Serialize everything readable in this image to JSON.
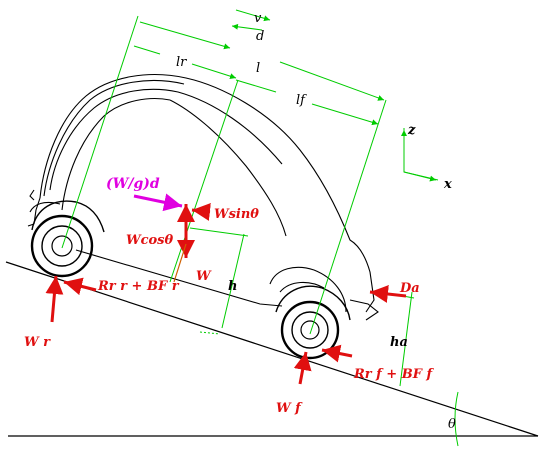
{
  "labels": {
    "v": "v",
    "d": "d",
    "l": "l",
    "lr": "lr",
    "lf": "lf",
    "z": "z",
    "x": "x",
    "inertia": "(W/g)d",
    "wsin": "Wsinθ",
    "wcos": "Wcosθ",
    "w": "W",
    "h": "h",
    "da": "Da",
    "ha": "ha",
    "rr": "Rr r + BF r",
    "rf": "Rr f + BF f",
    "wr": "W r",
    "wf": "W f",
    "theta": "θ"
  },
  "colors": {
    "force": "#e01010",
    "dimension": "#00cc00",
    "inertia": "#e000e0",
    "outline": "#000000"
  }
}
